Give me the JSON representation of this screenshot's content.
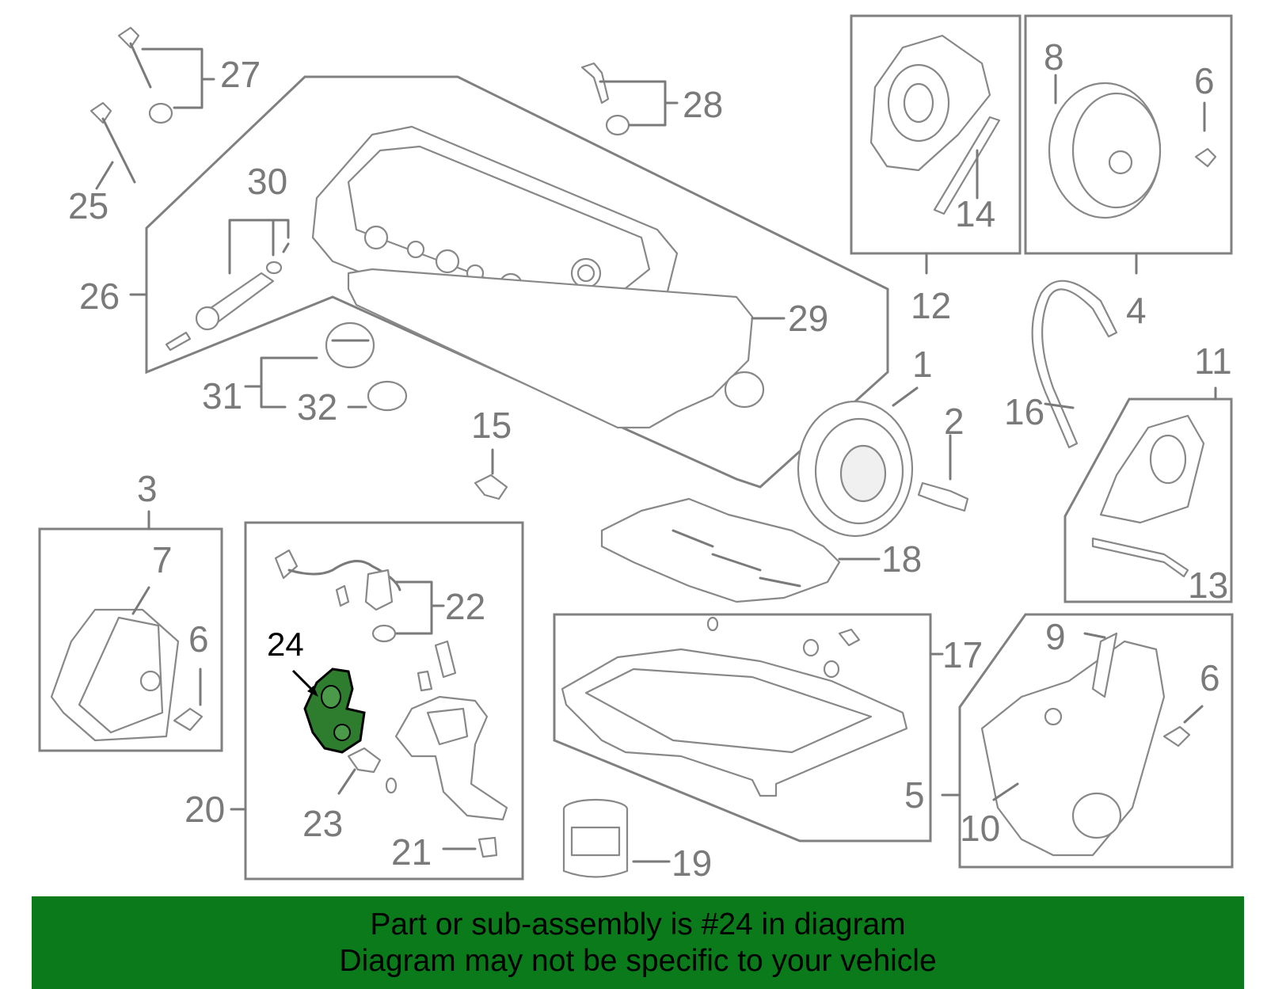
{
  "callouts": {
    "c1": "1",
    "c2": "2",
    "c3": "3",
    "c4": "4",
    "c5": "5",
    "c6a": "6",
    "c6b": "6",
    "c6c": "6",
    "c7": "7",
    "c8": "8",
    "c9": "9",
    "c10": "10",
    "c11": "11",
    "c12": "12",
    "c13": "13",
    "c14": "14",
    "c15": "15",
    "c16": "16",
    "c17": "17",
    "c18": "18",
    "c19": "19",
    "c20": "20",
    "c21": "21",
    "c22": "22",
    "c23": "23",
    "c24": "24",
    "c25": "25",
    "c26": "26",
    "c27": "27",
    "c28": "28",
    "c29": "29",
    "c30": "30",
    "c31": "31",
    "c32": "32"
  },
  "highlight_part": "24",
  "colors": {
    "banner": "#0a7a1a",
    "highlight_fill": "#2e7d2e",
    "line": "#7a7a7a"
  },
  "banner": {
    "line1": "Part or sub-assembly is #24 in diagram",
    "line2": "Diagram may not be specific to your vehicle"
  }
}
